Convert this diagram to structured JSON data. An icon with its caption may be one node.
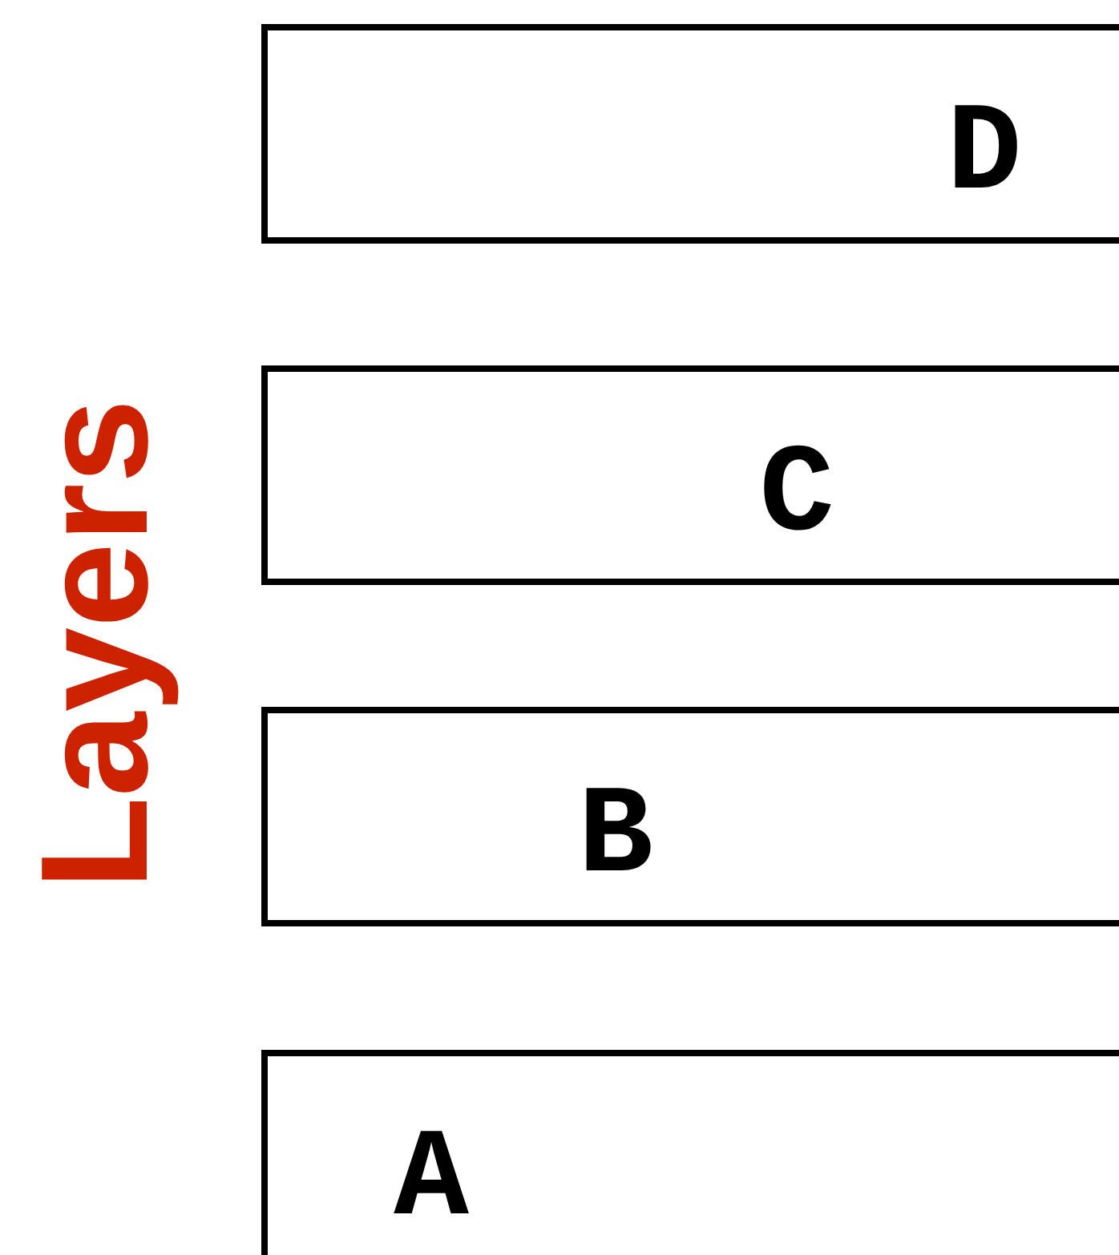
{
  "diagram": {
    "nodes": [
      {
        "text": [
          "D"
        ]
      },
      {
        "text": [
          "C"
        ]
      },
      {
        "text": [
          "B"
        ]
      },
      {
        "text": [
          "A"
        ]
      }
    ],
    "labels": [
      "Layers"
    ]
  }
}
